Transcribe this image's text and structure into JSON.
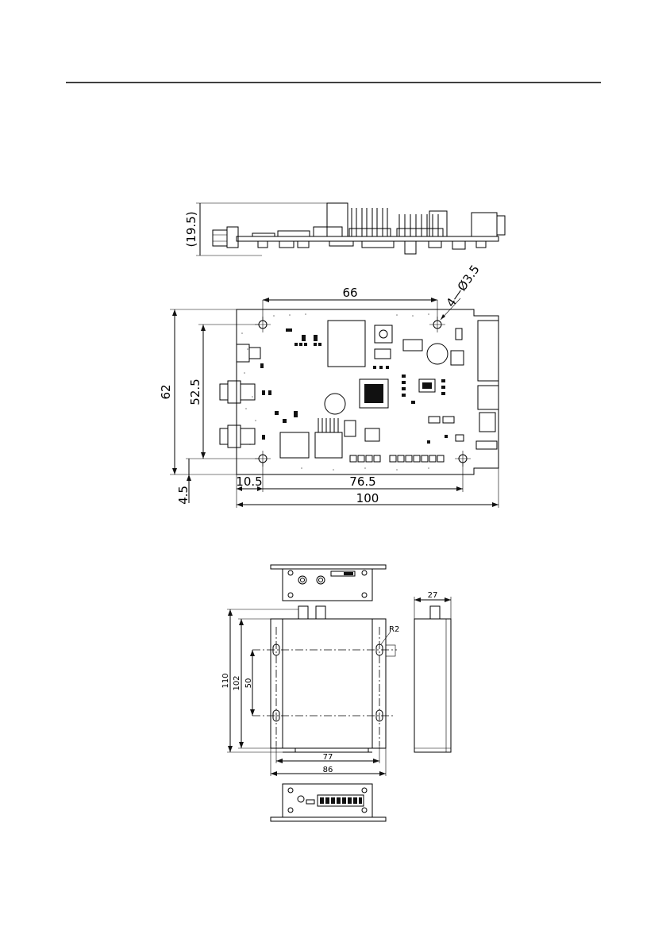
{
  "top_view_height_label": "(19.5)",
  "pcb": {
    "hole_spacing_x": "66",
    "hole_spec": "4—Ø3.5",
    "overall_height": "62",
    "hole_spacing_y": "52.5",
    "hole_offset_y": "4.5",
    "hole_offset_x": "10.5",
    "hole_span_x": "76.5",
    "overall_width": "100"
  },
  "enclosure": {
    "height_outer": "110",
    "height_inner": "102",
    "mount_spacing": "50",
    "inner_width": "77",
    "outer_width": "86",
    "depth": "27",
    "corner_radius": "R2"
  }
}
